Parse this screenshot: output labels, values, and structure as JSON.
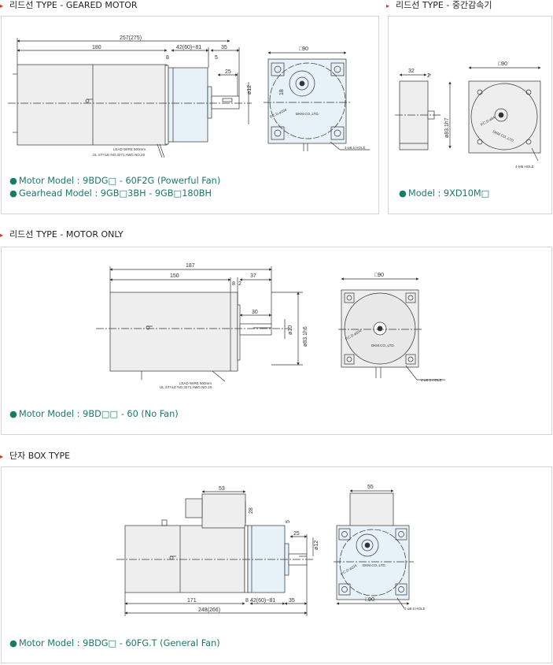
{
  "sections": {
    "geared": {
      "title": "리드선 TYPE - GEARED MOTOR",
      "specs": [
        "Motor Model : 9BDG□ - 60F2G (Powerful Fan)",
        "Gearhead Model : 9GB□3BH - 9GB□180BH"
      ],
      "dims": {
        "total": "257(275)",
        "body": "180",
        "gear": "42(60)~81",
        "shaft": "35",
        "small8": "8",
        "small5": "5",
        "key": "25",
        "dia": "ø12",
        "sq": "□90",
        "d18": "18"
      },
      "notes": {
        "lead": "LEAD WIRE 500mm",
        "ul": "UL STYLE NO.3271 AWG NO.20",
        "hole": "4-ø8.5 HOLE",
        "pcd": "P.C.D.ø104",
        "brand": "DKM.CO.,LTD."
      }
    },
    "intermediate": {
      "title": "리드선 TYPE - 중간감속기",
      "specs": [
        "Model : 9XD10M□"
      ],
      "dims": {
        "w32": "32",
        "w2": "2",
        "sq": "□90",
        "dia": "ø83.1h7"
      },
      "notes": {
        "hole": "4-M5 HOLE",
        "pcd": "P.C.D.ø94",
        "brand": "DKM.CO.,LTD."
      }
    },
    "motor_only": {
      "title": "리드선 TYPE - MOTOR ONLY",
      "specs": [
        "Motor Model : 9BD□□ - 60 (No Fan)"
      ],
      "dims": {
        "total": "187",
        "body": "150",
        "tail": "37",
        "d8": "8",
        "d2": "2",
        "shaft": "30",
        "dia10": "ø10",
        "dia83": "ø83.1h6",
        "sq": "□90"
      },
      "notes": {
        "lead": "LEAD WIRE 500mm",
        "ul": "UL STYLE NO.3271 AWG NO.20",
        "hole": "4-ø8.5 HOLE",
        "pcd": "P.C.D.ø104",
        "brand": "DKM.CO.,LTD."
      }
    },
    "box": {
      "title": "단자 BOX TYPE",
      "specs": [
        "Motor Model : 9BDG□ - 60FG.T (General Fan)"
      ],
      "dims": {
        "box": "53",
        "h28": "28",
        "d5": "5",
        "key": "25",
        "dia": "ø12",
        "body": "171",
        "d8": "8",
        "gear": "42(60)~81",
        "shaft": "35",
        "total": "248(266)",
        "w55": "55",
        "sq": "□90"
      },
      "notes": {
        "hole": "4-ø8.5 HOLE",
        "pcd": "P.C.D.ø104",
        "brand": "DKM.CO.,LTD."
      }
    }
  },
  "colors": {
    "accent": "#d3311f",
    "spec": "#1a7a6a",
    "gear": "#e6f2f8",
    "motor": "#eeeeee"
  },
  "icons": {
    "bullet": "●",
    "arrow": "▸"
  }
}
